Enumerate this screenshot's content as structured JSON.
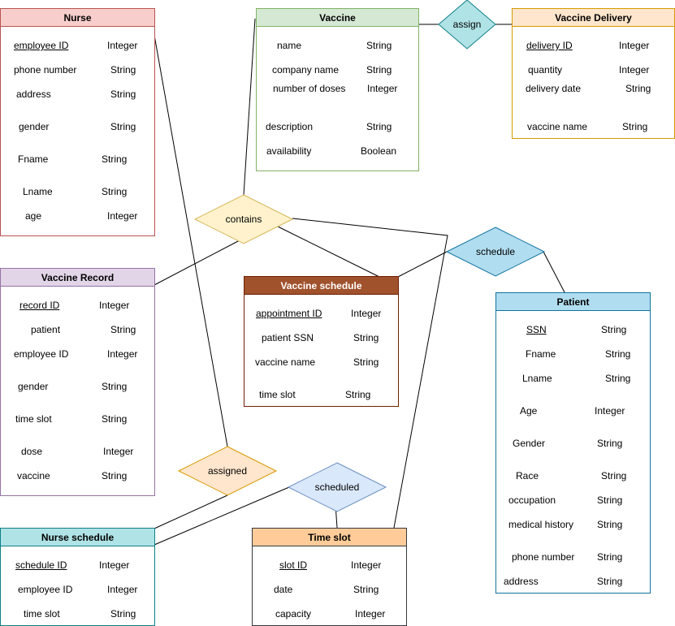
{
  "entities": {
    "nurse": {
      "title": "Nurse",
      "attrs": [
        {
          "name": "employee ID",
          "type": "Integer",
          "pk": true
        },
        {
          "name": "phone number",
          "type": "String"
        },
        {
          "name": "address",
          "type": "String"
        },
        {
          "name": "gender",
          "type": "String"
        },
        {
          "name": "Fname",
          "type": "String"
        },
        {
          "name": "Lname",
          "type": "String"
        },
        {
          "name": "age",
          "type": "Integer"
        }
      ]
    },
    "vaccine": {
      "title": "Vaccine",
      "attrs": [
        {
          "name": "name",
          "type": "String"
        },
        {
          "name": "company name",
          "type": "String"
        },
        {
          "name": "number of doses",
          "type": "Integer"
        },
        {
          "name": "description",
          "type": "String"
        },
        {
          "name": "availability",
          "type": "Boolean"
        }
      ]
    },
    "vaccine_delivery": {
      "title": "Vaccine Delivery",
      "attrs": [
        {
          "name": "delivery ID",
          "type": "Integer",
          "pk": true
        },
        {
          "name": "quantity",
          "type": "Integer"
        },
        {
          "name": "delivery date",
          "type": "String"
        },
        {
          "name": "vaccine name",
          "type": "String"
        }
      ]
    },
    "vaccine_record": {
      "title": "Vaccine Record",
      "attrs": [
        {
          "name": "record ID",
          "type": "Integer",
          "pk": true
        },
        {
          "name": "patient",
          "type": "String"
        },
        {
          "name": "employee ID",
          "type": "Integer"
        },
        {
          "name": "gender",
          "type": "String"
        },
        {
          "name": "time slot",
          "type": "String"
        },
        {
          "name": "dose",
          "type": "Integer"
        },
        {
          "name": "vaccine",
          "type": "String"
        }
      ]
    },
    "vaccine_schedule": {
      "title": "Vaccine schedule",
      "attrs": [
        {
          "name": "appointment ID",
          "type": "Integer",
          "pk": true
        },
        {
          "name": "patient SSN",
          "type": "String"
        },
        {
          "name": "vaccine name",
          "type": "String"
        },
        {
          "name": "time slot",
          "type": "String"
        }
      ]
    },
    "patient": {
      "title": "Patient",
      "attrs": [
        {
          "name": "SSN",
          "type": "String",
          "pk": true
        },
        {
          "name": "Fname",
          "type": "String"
        },
        {
          "name": "Lname",
          "type": "String"
        },
        {
          "name": "Age",
          "type": "Integer"
        },
        {
          "name": "Gender",
          "type": "String"
        },
        {
          "name": "Race",
          "type": "String"
        },
        {
          "name": "occupation",
          "type": "String"
        },
        {
          "name": "medical history",
          "type": "String"
        },
        {
          "name": "phone number",
          "type": "String"
        },
        {
          "name": "address",
          "type": "String"
        }
      ]
    },
    "nurse_schedule": {
      "title": "Nurse schedule",
      "attrs": [
        {
          "name": "schedule ID",
          "type": "Integer",
          "pk": true
        },
        {
          "name": "employee ID",
          "type": "Integer"
        },
        {
          "name": "time slot",
          "type": "String"
        }
      ]
    },
    "time_slot": {
      "title": "Time slot",
      "attrs": [
        {
          "name": "slot ID",
          "type": "Integer",
          "pk": true
        },
        {
          "name": "date",
          "type": "String"
        },
        {
          "name": "capacity",
          "type": "Integer"
        }
      ]
    }
  },
  "relationships": {
    "assign": "assign",
    "contains": "contains",
    "schedule": "schedule",
    "assigned": "assigned",
    "scheduled": "scheduled"
  },
  "colors": {
    "nurse": {
      "fill": "#f8cecc",
      "stroke": "#b85450"
    },
    "vaccine": {
      "fill": "#d5e8d4",
      "stroke": "#82b366"
    },
    "vaccine_delivery": {
      "fill": "#ffe6cc",
      "stroke": "#d79b00"
    },
    "vaccine_record": {
      "fill": "#e1d5e7",
      "stroke": "#9673a6"
    },
    "vaccine_schedule": {
      "fill": "#a0522d",
      "stroke": "#6d1f00",
      "text": "#ffffff"
    },
    "patient": {
      "fill": "#b1ddf0",
      "stroke": "#10739e"
    },
    "nurse_schedule": {
      "fill": "#b0e3e6",
      "stroke": "#0e8088"
    },
    "time_slot": {
      "fill": "#ffcc99",
      "stroke": "#36393d"
    },
    "rel_assign": {
      "fill": "#b0e3e6",
      "stroke": "#0e8088"
    },
    "rel_contains": {
      "fill": "#fff2cc",
      "stroke": "#d6b656"
    },
    "rel_schedule": {
      "fill": "#b1ddf0",
      "stroke": "#10739e"
    },
    "rel_assigned": {
      "fill": "#ffe6cc",
      "stroke": "#d79b00"
    },
    "rel_scheduled": {
      "fill": "#dae8fc",
      "stroke": "#6c8ebf"
    }
  }
}
